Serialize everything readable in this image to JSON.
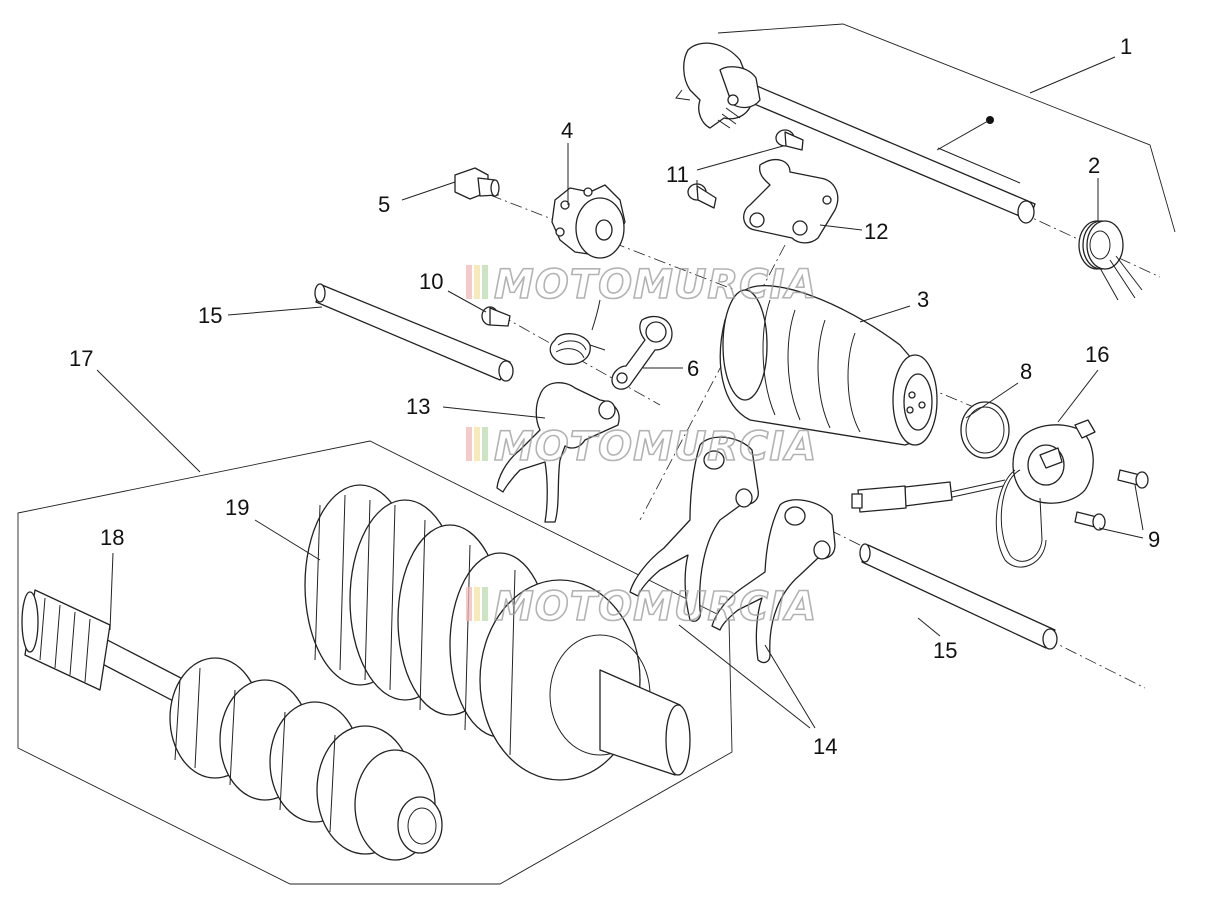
{
  "callouts": [
    {
      "label": "1"
    },
    {
      "label": "2"
    },
    {
      "label": "3"
    },
    {
      "label": "4"
    },
    {
      "label": "5"
    },
    {
      "label": "6"
    },
    {
      "label": "8"
    },
    {
      "label": "9"
    },
    {
      "label": "10"
    },
    {
      "label": "11"
    },
    {
      "label": "12"
    },
    {
      "label": "13"
    },
    {
      "label": "14"
    },
    {
      "label": "15"
    },
    {
      "label": "15"
    },
    {
      "label": "16"
    },
    {
      "label": "17"
    },
    {
      "label": "18"
    },
    {
      "label": "19"
    }
  ],
  "watermark": {
    "text": "MOTOMURCIA",
    "stripe_colors": [
      "#f2b8b8",
      "#f3e3a0",
      "#b9dcb0"
    ]
  }
}
